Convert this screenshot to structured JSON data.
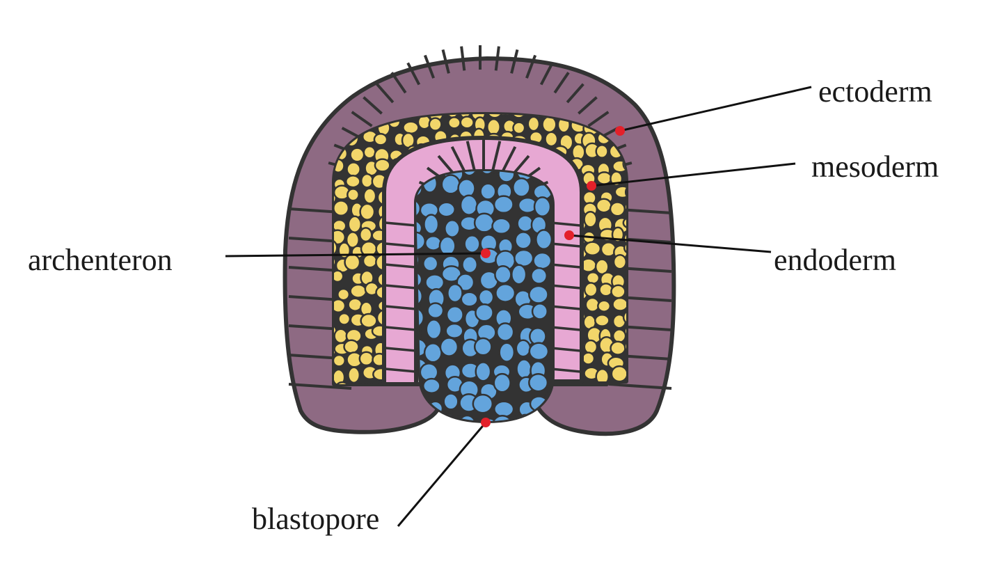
{
  "diagram": {
    "labels": {
      "ectoderm": "ectoderm",
      "mesoderm": "mesoderm",
      "endoderm": "endoderm",
      "archenteron": "archenteron",
      "blastopore": "blastopore"
    },
    "colors": {
      "ectoderm": "#8e6a83",
      "mesoderm": "#f2d66a",
      "endoderm": "#e7a8d3",
      "archenteron": "#63a4dc",
      "outline": "#333333",
      "marker": "#e3202a"
    }
  }
}
